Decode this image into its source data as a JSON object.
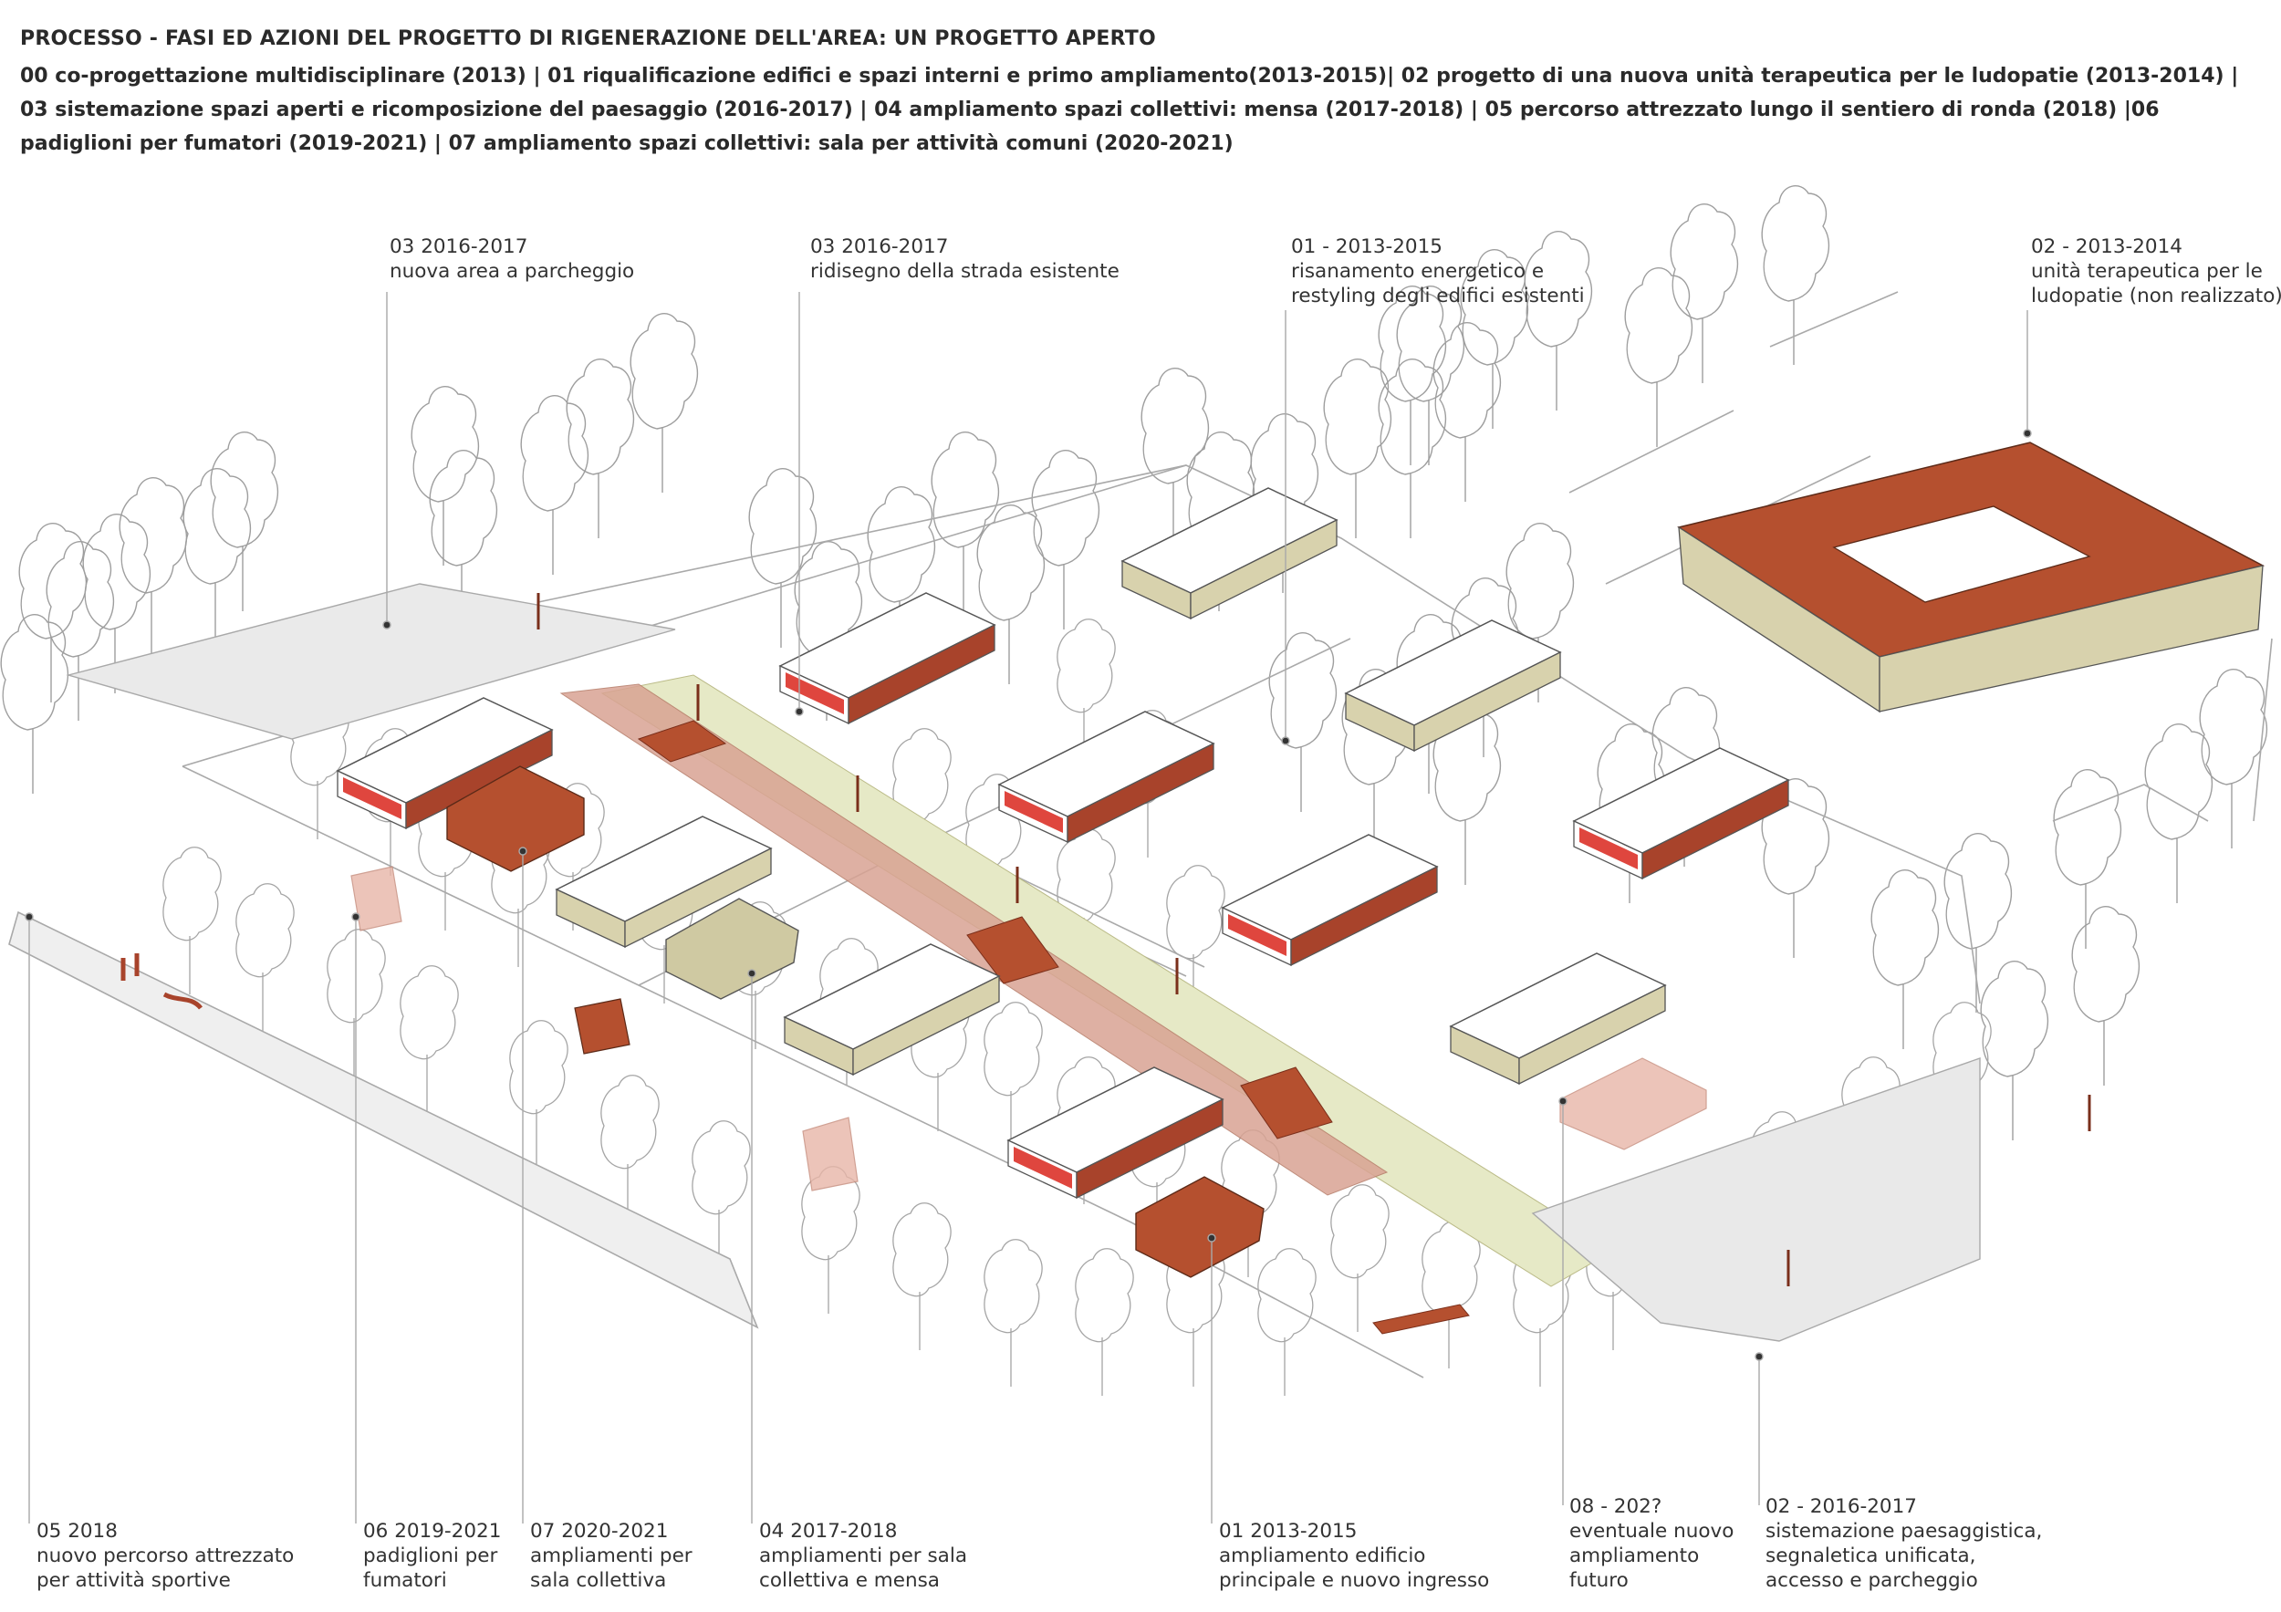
{
  "header": {
    "title": "PROCESSO - FASI ED AZIONI DEL PROGETTO DI RIGENERAZIONE DELL'AREA: UN PROGETTO APERTO",
    "lines": [
      "00 co-progettazione multidisciplinare (2013) | 01 riqualificazione edifici e spazi interni e primo ampliamento(2013-2015)| 02 progetto di una nuova unità terapeutica per le ludopatie (2013-2014) |",
      "03 sistemazione spazi aperti e ricomposizione del paesaggio (2016-2017) | 04 ampliamento spazi collettivi: mensa (2017-2018) | 05 percorso attrezzato lungo il sentiero di ronda (2018) |06",
      "padiglioni per fumatori (2019-2021) | 07 ampliamento spazi collettivi: sala per attività comuni (2020-2021)"
    ]
  },
  "top_labels": [
    {
      "id": "parcheggio",
      "lines": [
        "03 2016-2017",
        "nuova area a parcheggio"
      ]
    },
    {
      "id": "strada",
      "lines": [
        "03 2016-2017",
        "ridisegno della strada esistente"
      ]
    },
    {
      "id": "risanamento",
      "lines": [
        "01 - 2013-2015",
        "risanamento energetico e",
        "restyling degli edifici esistenti"
      ]
    },
    {
      "id": "ludopatie",
      "lines": [
        "02 - 2013-2014",
        "unità terapeutica per le",
        "ludopatie (non realizzato)"
      ]
    }
  ],
  "bottom_labels": [
    {
      "id": "percorso",
      "lines": [
        "05 2018",
        "nuovo percorso attrezzato",
        "per attività sportive"
      ]
    },
    {
      "id": "padiglioni",
      "lines": [
        "06 2019-2021",
        "padiglioni per",
        "fumatori"
      ]
    },
    {
      "id": "sala",
      "lines": [
        "07 2020-2021",
        "ampliamenti per",
        "sala collettiva"
      ]
    },
    {
      "id": "mensa",
      "lines": [
        "04 2017-2018",
        "ampliamenti per sala",
        "collettiva e mensa"
      ]
    },
    {
      "id": "ingresso",
      "lines": [
        "01 2013-2015",
        "ampliamento edificio",
        "principale e nuovo ingresso"
      ]
    },
    {
      "id": "futuro",
      "lines": [
        "08 - 202?",
        "eventuale nuovo",
        "ampliamento",
        "futuro"
      ]
    },
    {
      "id": "paesaggio",
      "lines": [
        "02 - 2016-2017",
        "sistemazione paesaggistica,",
        "segnaletica unificata,",
        "accesso e parcheggio"
      ]
    }
  ],
  "colors": {
    "roof_red": "#b5502f",
    "wall_red": "#a8432b",
    "window_red": "#d9261c",
    "wall_beige": "#d8d2ad",
    "path_pink": "#d9a393",
    "path_green": "#e6e9c6",
    "paving_grey": "#e6e6e6",
    "line_grey": "#a9a9a9"
  }
}
